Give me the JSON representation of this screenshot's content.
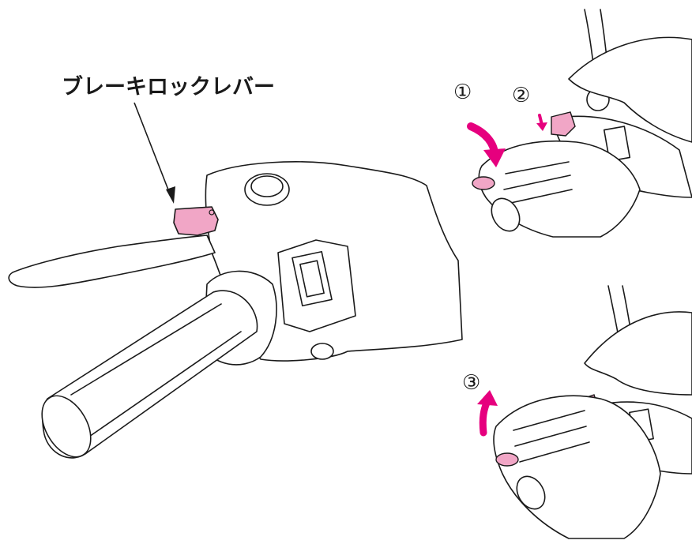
{
  "callout": {
    "label": "ブレーキロックレバー"
  },
  "steps": [
    {
      "number": "①"
    },
    {
      "number": "②"
    },
    {
      "number": "③"
    }
  ],
  "colors": {
    "highlight": "#f1a6c6",
    "arrow": "#e6007e",
    "line": "#1a1a1a"
  }
}
